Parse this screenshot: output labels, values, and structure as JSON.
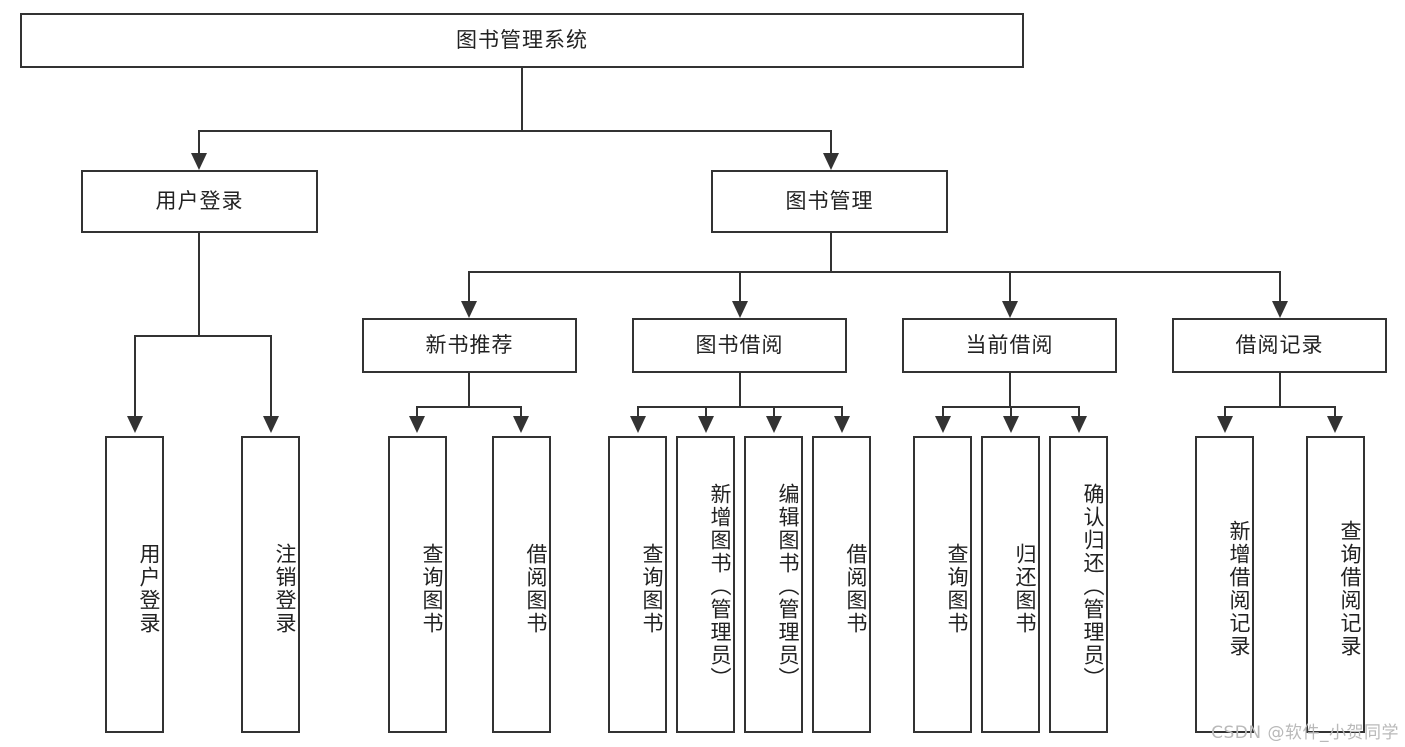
{
  "diagram": {
    "type": "tree-hierarchy",
    "title": "图书管理系统",
    "root": {
      "label": "图书管理系统"
    },
    "level1": [
      {
        "label": "用户登录"
      },
      {
        "label": "图书管理"
      }
    ],
    "level2": [
      {
        "label": "新书推荐"
      },
      {
        "label": "图书借阅"
      },
      {
        "label": "当前借阅"
      },
      {
        "label": "借阅记录"
      }
    ],
    "leaves": {
      "user_login": [
        {
          "label": "用户登录"
        },
        {
          "label": "注销登录"
        }
      ],
      "new_book_recommend": [
        {
          "label": "查询图书"
        },
        {
          "label": "借阅图书"
        }
      ],
      "book_borrow": [
        {
          "label": "查询图书"
        },
        {
          "label": "新增图书（管理员）"
        },
        {
          "label": "编辑图书（管理员）"
        },
        {
          "label": "借阅图书"
        }
      ],
      "current_borrow": [
        {
          "label": "查询图书"
        },
        {
          "label": "归还图书"
        },
        {
          "label": "确认归还（管理员）"
        }
      ],
      "borrow_record": [
        {
          "label": "新增借阅记录"
        },
        {
          "label": "查询借阅记录"
        }
      ]
    },
    "watermark": "CSDN @软件_小贺同学",
    "colors": {
      "border": "#333333",
      "text": "#222222",
      "background": "#ffffff",
      "watermark": "#b9b9b9"
    }
  }
}
